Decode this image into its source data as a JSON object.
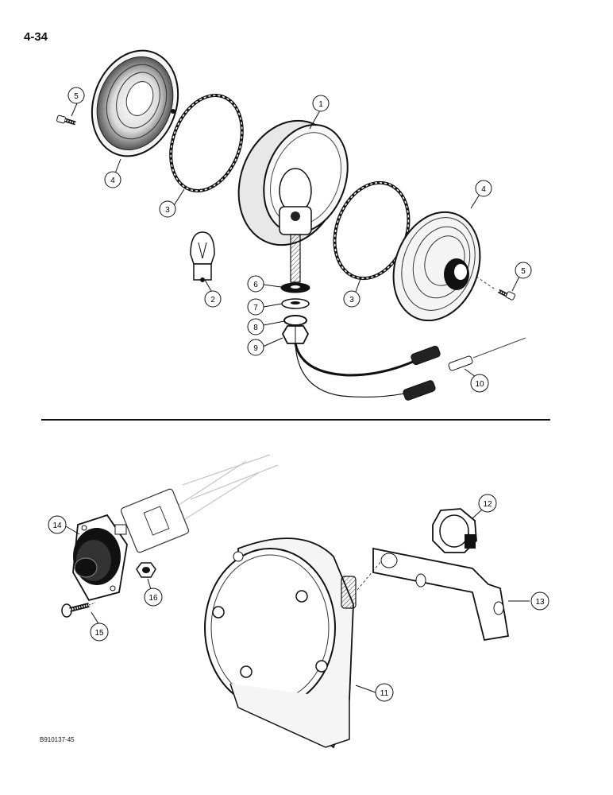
{
  "page_number": "4-34",
  "figure_code": "B910137-45",
  "callouts": {
    "c1": "1",
    "c2": "2",
    "c3a": "3",
    "c3b": "3",
    "c4a": "4",
    "c4b": "4",
    "c5a": "5",
    "c5b": "5",
    "c6": "6",
    "c7": "7",
    "c8": "8",
    "c9": "9",
    "c10": "10",
    "c11": "11",
    "c12": "12",
    "c13": "13",
    "c14": "14",
    "c15": "15",
    "c16": "16"
  }
}
